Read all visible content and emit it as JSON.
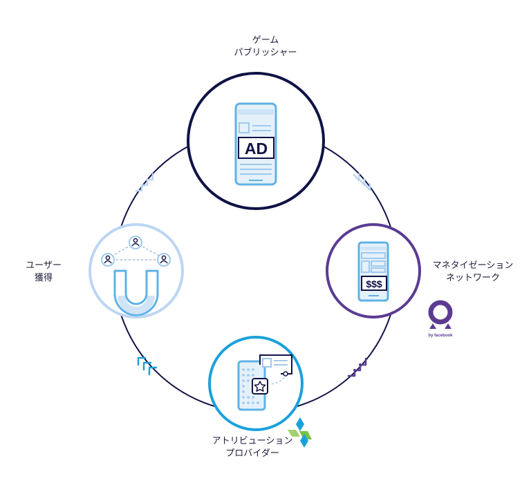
{
  "nodes": {
    "publisher": {
      "line1": "ゲーム",
      "line2": "パブリッシャー",
      "ad_text": "AD"
    },
    "user_acquisition": {
      "line1": "ユーザー",
      "line2": "獲得"
    },
    "monetization": {
      "line1": "マネタイゼーション",
      "line2": "ネットワーク",
      "price_text": "$$$",
      "brand_caption": "by facebook"
    },
    "attribution": {
      "line1": "アトリビューション",
      "line2": "プロバイダー"
    }
  },
  "colors": {
    "navy": "#0f1245",
    "purple": "#5b3b92",
    "light_blue": "#bcd6f3",
    "cyan": "#1aa1dc",
    "phone_blue": "#5fb2e6",
    "phone_fill": "#e4f1fb",
    "green": "#7ac143"
  }
}
